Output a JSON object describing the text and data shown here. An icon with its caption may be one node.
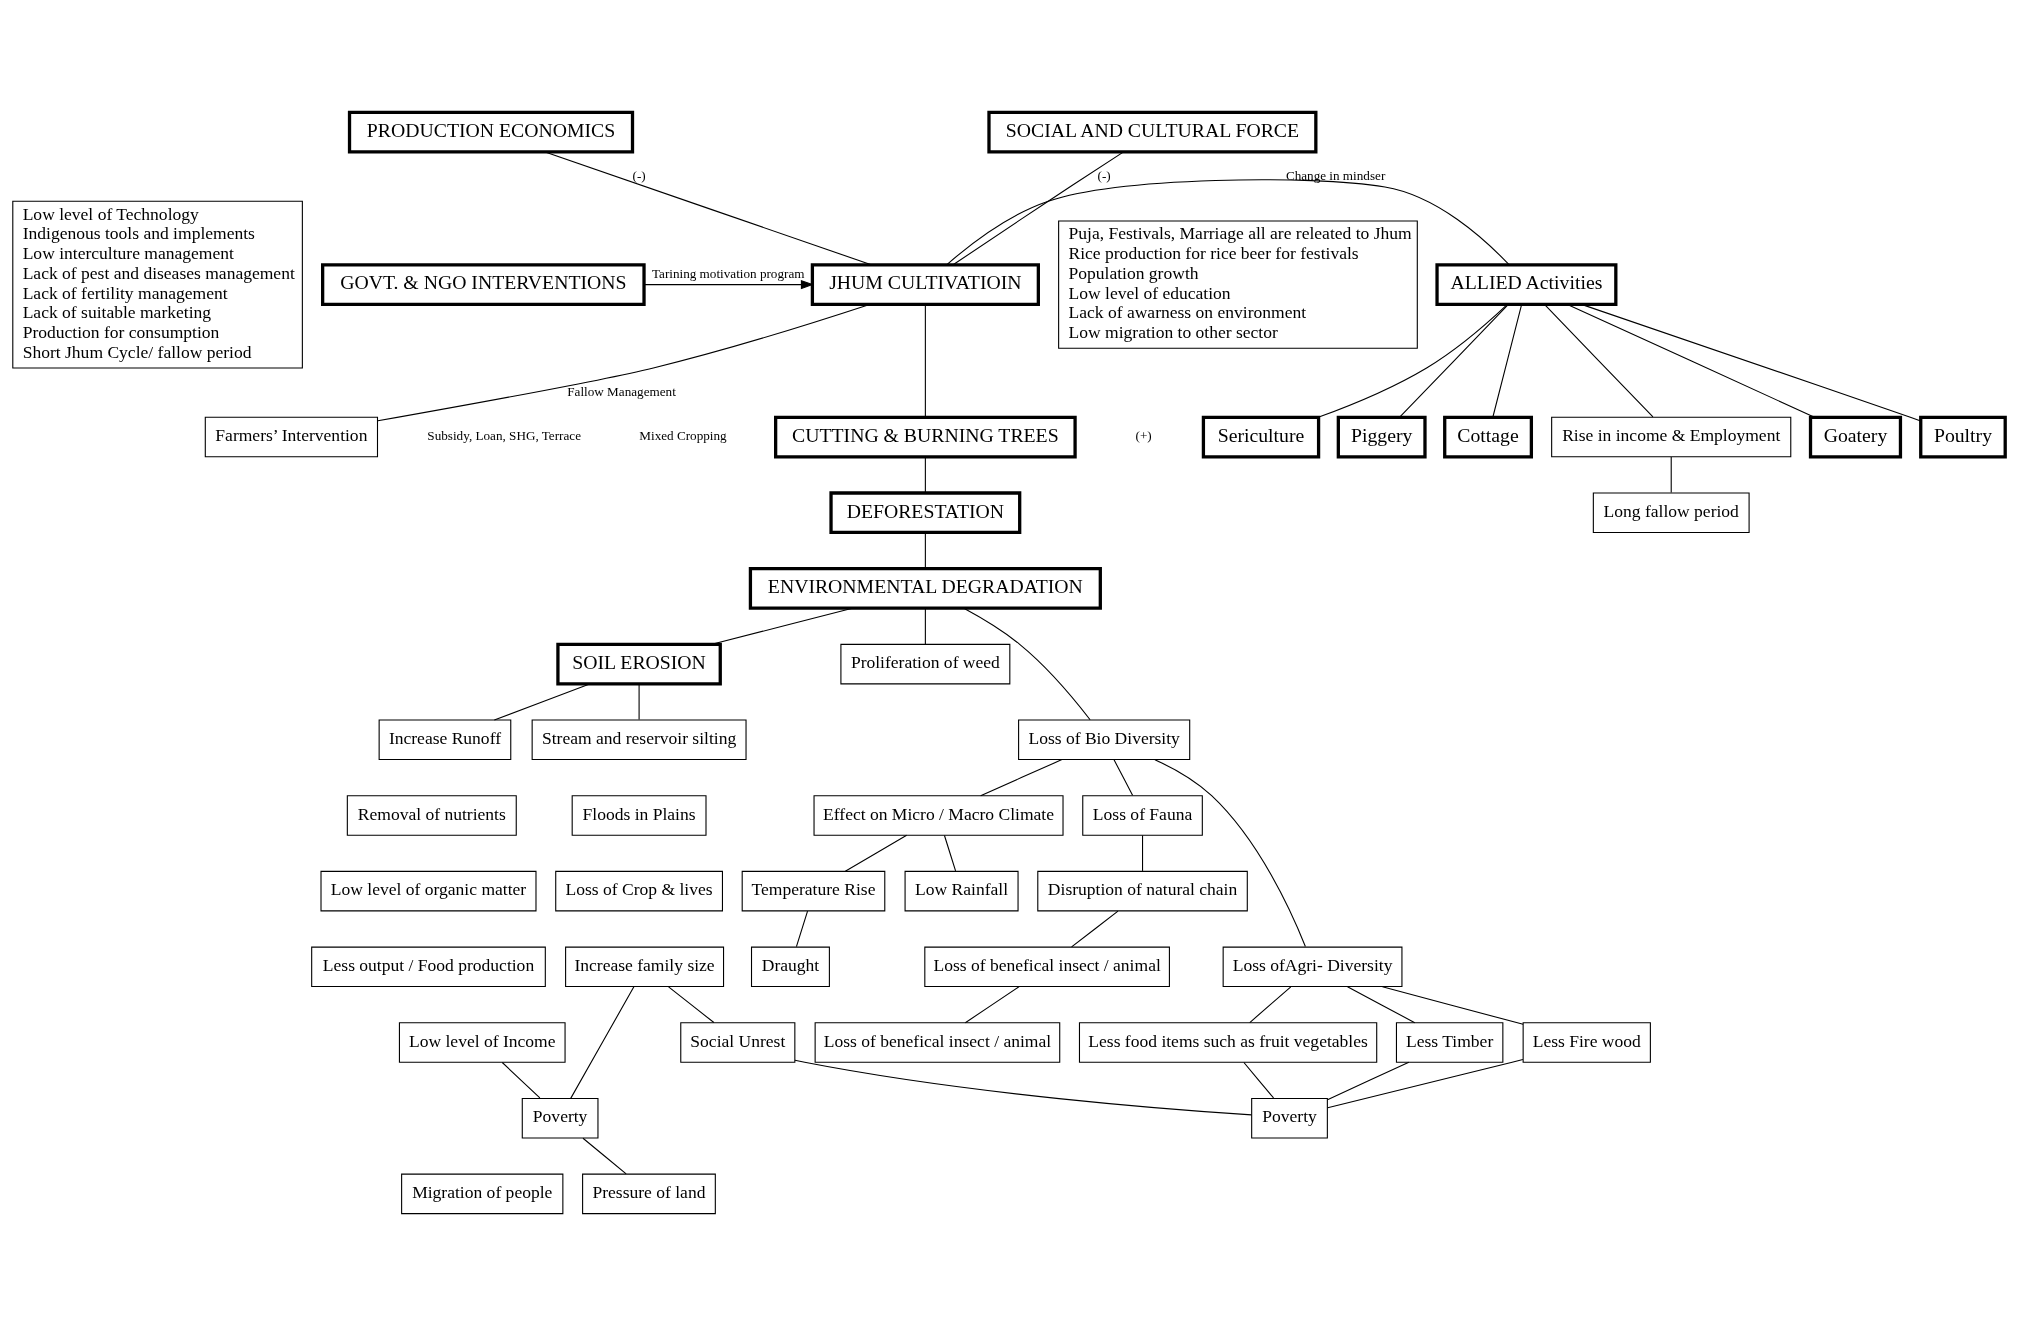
{
  "diagram": {
    "nodes": [
      {
        "text": [
          "PRODUCTION ECONOMICS"
        ]
      },
      {
        "text": [
          "Low level of Technology",
          "Indigenous tools and implements",
          "Low interculture management",
          "Lack of pest and diseases management",
          "Lack of fertility management",
          "Lack of suitable marketing",
          "Production for consumption",
          "Short Jhum Cycle/ fallow period"
        ]
      },
      {
        "text": [
          "SOCIAL AND CULTURAL FORCE"
        ]
      },
      {
        "text": [
          "Puja, Festivals, Marriage all are releated to Jhum",
          "Rice production for rice beer for festivals",
          "Population growth",
          "Low level of education",
          "Lack of awarness on environment",
          "Low migration to other sector"
        ]
      },
      {
        "text": [
          "GOVT. & NGO INTERVENTIONS"
        ]
      },
      {
        "text": [
          "JHUM CULTIVATIOIN"
        ]
      },
      {
        "text": [
          "Farmers’ Intervention"
        ]
      },
      {
        "text": [
          "ALLIED Activities"
        ]
      },
      {
        "text": [
          "Goatery"
        ]
      },
      {
        "text": [
          "Poultry"
        ]
      },
      {
        "text": [
          "Sericulture"
        ]
      },
      {
        "text": [
          "Piggery"
        ]
      },
      {
        "text": [
          "Cottage"
        ]
      },
      {
        "text": [
          "CUTTING & BURNING TREES"
        ]
      },
      {
        "text": [
          "Rise in income & Employment"
        ]
      },
      {
        "text": [
          "DEFORESTATION"
        ]
      },
      {
        "text": [
          "Long fallow period"
        ]
      },
      {
        "text": [
          "SOIL EROSION"
        ]
      },
      {
        "text": [
          "ENVIRONMENTAL DEGRADATION"
        ]
      },
      {
        "text": [
          "Stream and reservoir silting"
        ]
      },
      {
        "text": [
          "Increase Runoff"
        ]
      },
      {
        "text": [
          "Proliferation of weed"
        ]
      },
      {
        "text": [
          "Loss of Bio Diversity"
        ]
      },
      {
        "text": [
          "Loss of Fauna"
        ]
      },
      {
        "text": [
          "Removal of nutrients"
        ]
      },
      {
        "text": [
          "Floods in Plains"
        ]
      },
      {
        "text": [
          "Low level of organic matter"
        ]
      },
      {
        "text": [
          "Loss ofAgri- Diversity"
        ]
      },
      {
        "text": [
          "Less output / Food production"
        ]
      },
      {
        "text": [
          "Disruption of natural chain"
        ]
      },
      {
        "text": [
          "Loss of Crop & lives"
        ]
      },
      {
        "text": [
          "Low level of Income"
        ]
      },
      {
        "text": [
          "Effect on Micro / Macro Climate"
        ]
      },
      {
        "text": [
          "Less Timber"
        ]
      },
      {
        "text": [
          "Less Fire wood"
        ]
      },
      {
        "text": [
          "Less food items such as fruit vegetables"
        ]
      },
      {
        "text": [
          "Increase family size"
        ]
      },
      {
        "text": [
          "Poverty"
        ]
      },
      {
        "text": [
          "Pressure of land"
        ]
      },
      {
        "text": [
          "Loss of benefical insect / animal"
        ]
      },
      {
        "text": [
          "Migration of people"
        ]
      },
      {
        "text": [
          "Temperature Rise"
        ]
      },
      {
        "text": [
          "Low Rainfall"
        ]
      },
      {
        "text": [
          "Draught"
        ]
      },
      {
        "text": [
          "Poverty"
        ]
      },
      {
        "text": [
          "Loss of benefical insect / animal"
        ]
      },
      {
        "text": [
          "Social Unrest"
        ]
      }
    ],
    "edges": [
      {
        "from": 0,
        "to": 5,
        "arrow": "none",
        "label": "(-)"
      },
      {
        "from": 2,
        "to": 5,
        "arrow": "none",
        "label": "(-)"
      },
      {
        "from": 4,
        "to": 5,
        "arrow": "to",
        "label": "Tarining motivation program"
      },
      {
        "from": 6,
        "to": 5,
        "arrow": "none",
        "label": "Fallow Management"
      },
      {
        "from": 5,
        "to": 7,
        "arrow": "none",
        "label": "Change in mindser"
      },
      {
        "from": 7,
        "to": 8,
        "arrow": "none"
      },
      {
        "from": 7,
        "to": 9,
        "arrow": "none"
      },
      {
        "from": 7,
        "to": 10,
        "arrow": "none"
      },
      {
        "from": 7,
        "to": 11,
        "arrow": "none"
      },
      {
        "from": 7,
        "to": 12,
        "arrow": "none"
      },
      {
        "from": 5,
        "to": 13,
        "arrow": "none"
      },
      {
        "from": 13,
        "to": 15,
        "arrow": "none"
      },
      {
        "from": 15,
        "to": 18,
        "arrow": "none"
      },
      {
        "from": 7,
        "to": 14,
        "arrow": "none"
      },
      {
        "from": 14,
        "to": 16,
        "arrow": "none"
      },
      {
        "from": 18,
        "to": 17,
        "arrow": "none"
      },
      {
        "from": 17,
        "to": 19,
        "arrow": "none"
      },
      {
        "from": 17,
        "to": 20,
        "arrow": "none"
      },
      {
        "from": 18,
        "to": 21,
        "arrow": "none"
      },
      {
        "from": 18,
        "to": 22,
        "arrow": "none"
      },
      {
        "from": 22,
        "to": 23,
        "arrow": "none"
      },
      {
        "from": 22,
        "to": 27,
        "arrow": "none"
      },
      {
        "from": 22,
        "to": 32,
        "arrow": "none"
      },
      {
        "from": 23,
        "to": 29,
        "arrow": "none"
      },
      {
        "from": 29,
        "to": 39,
        "arrow": "none"
      },
      {
        "from": 39,
        "to": 45,
        "arrow": "none"
      },
      {
        "from": 27,
        "to": 33,
        "arrow": "none"
      },
      {
        "from": 27,
        "to": 34,
        "arrow": "none"
      },
      {
        "from": 27,
        "to": 35,
        "arrow": "none"
      },
      {
        "from": 33,
        "to": 44,
        "arrow": "none"
      },
      {
        "from": 34,
        "to": 44,
        "arrow": "none"
      },
      {
        "from": 35,
        "to": 44,
        "arrow": "none"
      },
      {
        "from": 32,
        "to": 41,
        "arrow": "none"
      },
      {
        "from": 41,
        "to": 43,
        "arrow": "none"
      },
      {
        "from": 32,
        "to": 42,
        "arrow": "none"
      },
      {
        "from": 31,
        "to": 37,
        "arrow": "none"
      },
      {
        "from": 36,
        "to": 37,
        "arrow": "none"
      },
      {
        "from": 37,
        "to": 38,
        "arrow": "none"
      },
      {
        "from": 36,
        "to": 46,
        "arrow": "none"
      },
      {
        "from": 46,
        "to": 44,
        "arrow": "none"
      }
    ],
    "labels": [
      "Subsidy, Loan, SHG, Terrace",
      "Mixed Cropping",
      "(+)"
    ]
  }
}
